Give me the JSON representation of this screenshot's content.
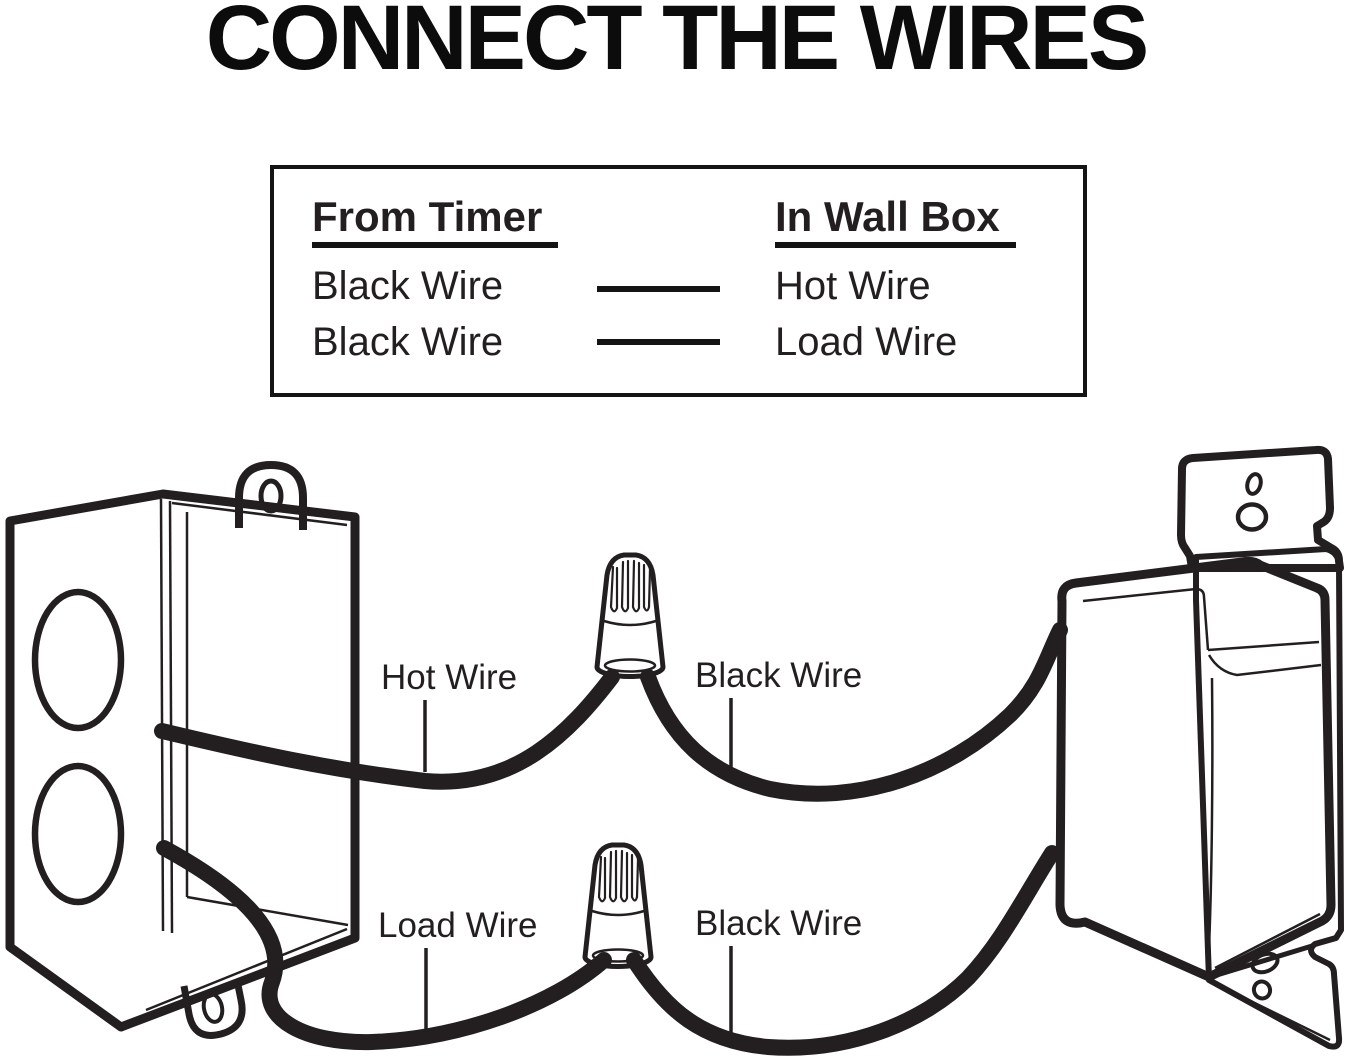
{
  "colors": {
    "ink": "#231f20",
    "title_text": "#0c0c0c",
    "background": "#ffffff"
  },
  "title": "CONNECT THE WIRES",
  "legend_table": {
    "from_header": "From Timer",
    "to_header": "In Wall Box",
    "rows": [
      {
        "from": "Black Wire",
        "to": "Hot Wire"
      },
      {
        "from": "Black Wire",
        "to": "Load Wire"
      }
    ]
  },
  "diagram": {
    "labels": {
      "hot_wire": "Hot Wire",
      "black_wire_top": "Black Wire",
      "load_wire": "Load Wire",
      "black_wire_bottom": "Black Wire"
    },
    "icons": {
      "wall_box": "wall-box-illustration",
      "timer": "timer-switch-illustration",
      "wire_nut_top": "wire-nut-icon",
      "wire_nut_bottom": "wire-nut-icon"
    }
  }
}
